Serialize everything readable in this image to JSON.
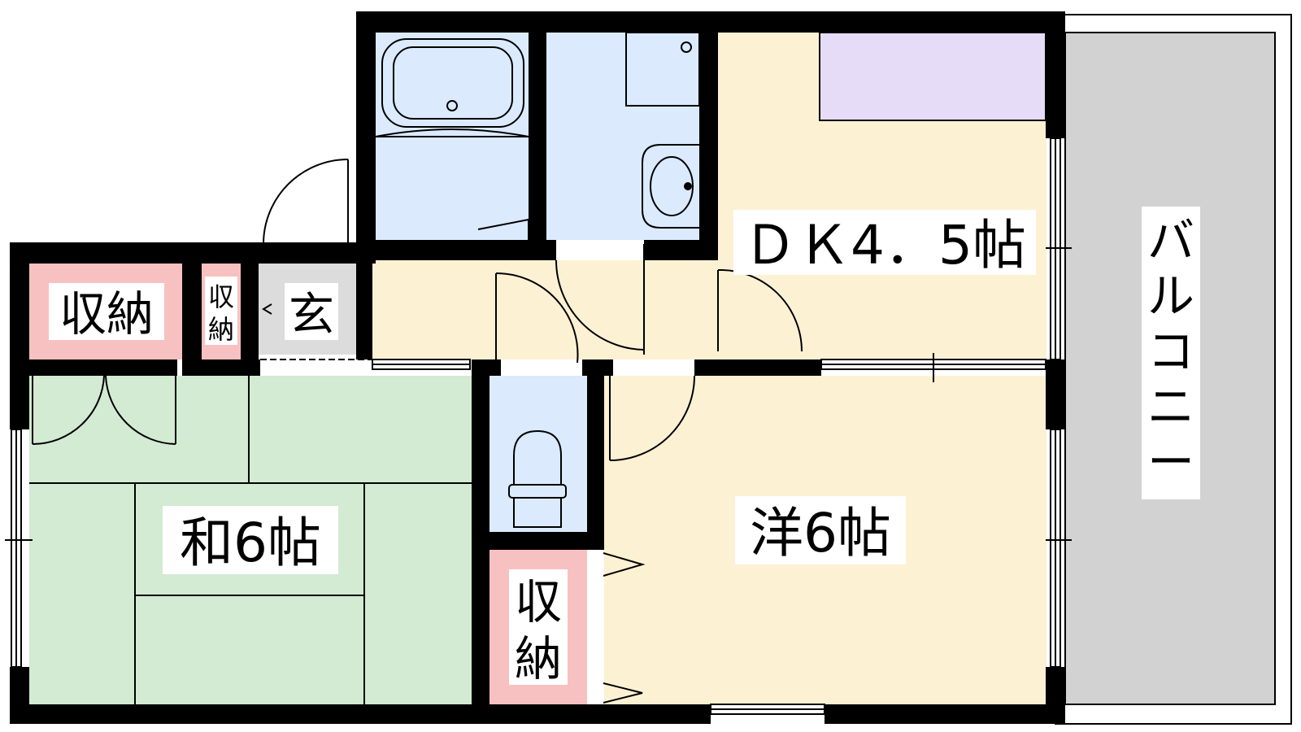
{
  "rooms": {
    "dk": {
      "label": "ＤＫ4．5帖"
    },
    "western": {
      "label": "洋6帖"
    },
    "japanese": {
      "label": "和6帖"
    },
    "entrance": {
      "label": "玄"
    },
    "storage_left": {
      "label": "収納"
    },
    "storage_small": {
      "line1": "収",
      "line2": "納"
    },
    "storage_bottom": {
      "line1": "収",
      "line2": "納"
    },
    "balcony": {
      "chars": [
        "バ",
        "ル",
        "コ",
        "ニ",
        "ー"
      ]
    }
  },
  "colors": {
    "wall": "#000000",
    "bath": "#dbeafd",
    "wood_floor": "#fdf1d4",
    "tatami": "#d3ead3",
    "storage": "#f7c1c1",
    "kitchen": "#e6dcf7",
    "balcony": "#d2d2d2",
    "entrance": "#dcdcdc"
  }
}
